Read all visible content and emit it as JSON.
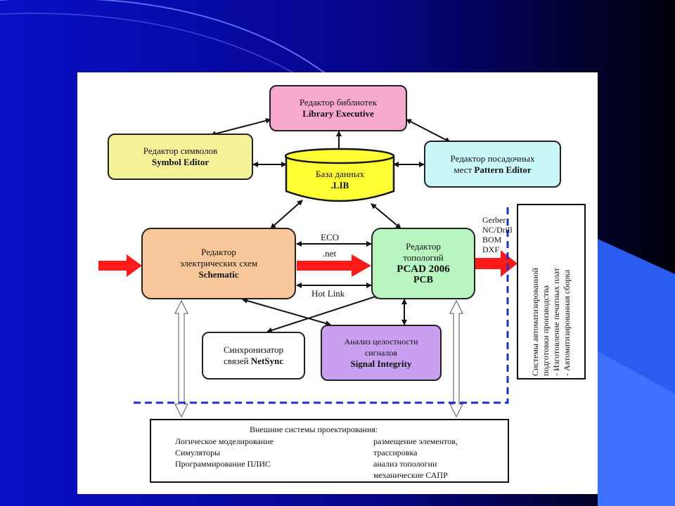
{
  "nodes": {
    "library": {
      "line1": "Редактор библиотек",
      "line2": "Library Executive",
      "color": "#f7a8cf"
    },
    "symbol": {
      "line1": "Редактор символов",
      "line2": "Symbol Editor",
      "color": "#f6f29a"
    },
    "database": {
      "line1": "База данных",
      "line2": ".LIB",
      "color": "#ffff33"
    },
    "pattern": {
      "line1": "Редактор посадочных",
      "line2a": "мест ",
      "line2b": "Pattern Editor",
      "color": "#c9f7f7"
    },
    "schematic": {
      "line1": "Редактор",
      "line2": "электрических схем",
      "line3": "Schematic",
      "color": "#f8c79a"
    },
    "pcb": {
      "line1": "Редактор",
      "line2": "топологий",
      "line3": "PCAD 2006",
      "line4": "PCB",
      "color": "#b8f5c0"
    },
    "netsync": {
      "line1": "Синхронизатор",
      "line2a": "связей ",
      "line2b": "NetSync",
      "color": "#ffffff"
    },
    "signal": {
      "line1": "Анализ целостности",
      "line2": "сигналов",
      "line3": "Signal Integrity",
      "color": "#c9a0f0"
    }
  },
  "links": {
    "eco": "ECO",
    "net": ".net",
    "hotlink": "Hot Link"
  },
  "outputs": [
    "Gerber",
    "NC/Drill",
    "BOM",
    "DXF"
  ],
  "production": {
    "title1": "Системы автоматизированной",
    "title2": "подготовки производства",
    "item1": "-   Изготовление печатных плат",
    "item2": "-   Автоматизированная  сборка"
  },
  "external": {
    "title": "Внешние  системы проектирования:",
    "left": [
      "Логическое моделирование",
      "Симуляторы",
      "Программирование ПЛИС"
    ],
    "right": [
      "размещение элементов,",
      "трассировка",
      "анализ топологии",
      "механические САПР"
    ]
  },
  "colors": {
    "arrow_red": "#ff1a1a",
    "border_dashed": "#1a2fd6",
    "bg_dark": "#000010",
    "bg_blue": "#0a0aa8"
  }
}
